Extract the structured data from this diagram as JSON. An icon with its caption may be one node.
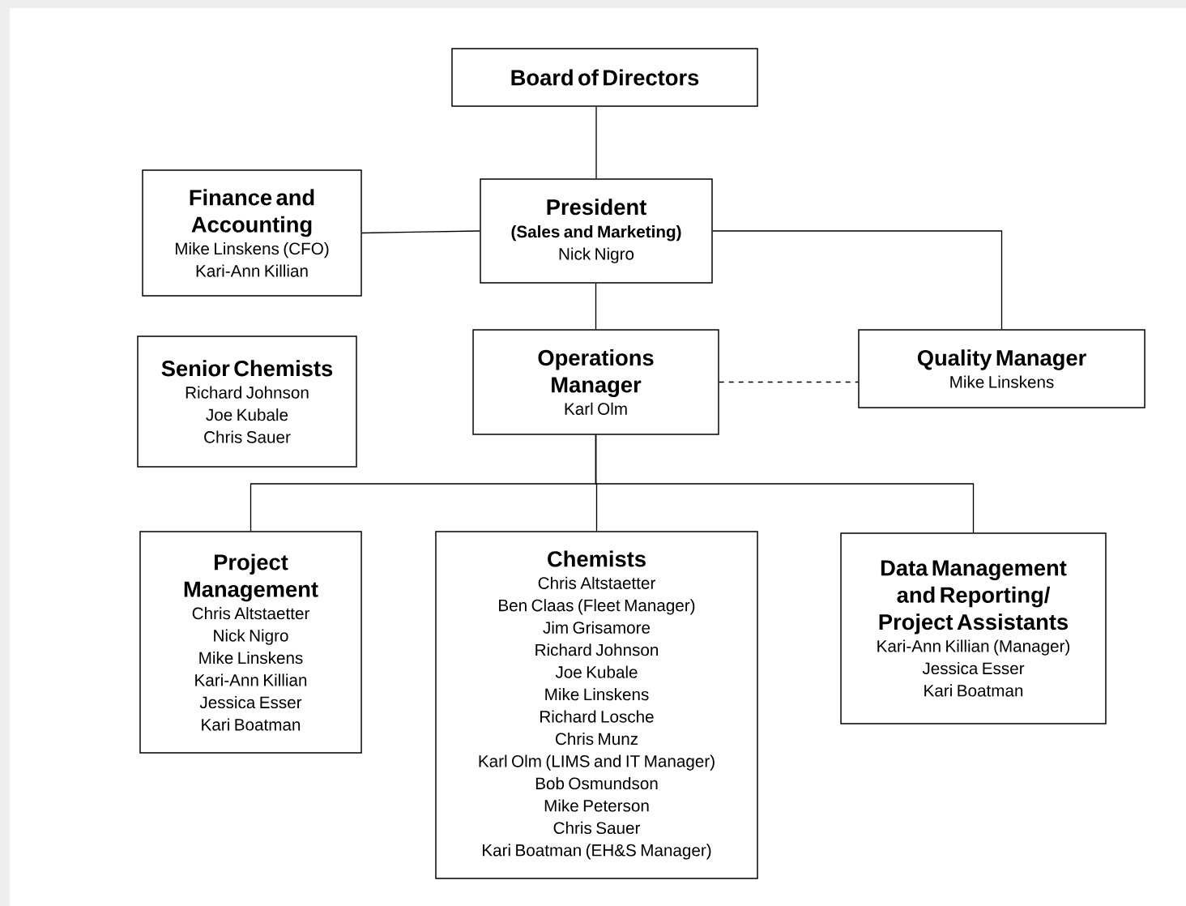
{
  "diagram": {
    "nodes": [
      {
        "text": [
          "Board of Directors"
        ]
      },
      {
        "text": [
          "Finance and Accounting",
          "Mike Linskens (CFO)",
          "Kari-Ann Killian"
        ]
      },
      {
        "text": [
          "President",
          "(Sales and Marketing)",
          "Nick Nigro"
        ]
      },
      {
        "text": [
          "Senior Chemists",
          "Richard Johnson",
          "Joe Kubale",
          "Chris Sauer"
        ]
      },
      {
        "text": [
          "Operations Manager",
          "Karl Olm"
        ]
      },
      {
        "text": [
          "Quality Manager",
          "Mike Linskens"
        ]
      },
      {
        "text": [
          "Project Management",
          "Chris Altstaetter",
          "Nick Nigro",
          "Mike Linskens",
          "Kari-Ann Killian",
          "Jessica Esser",
          "Kari Boatman"
        ]
      },
      {
        "text": [
          "Chemists",
          "Chris Altstaetter",
          "Ben Claas (Fleet Manager)",
          "Jim Grisamore",
          "Richard Johnson",
          "Joe Kubale",
          "Mike Linskens",
          "Richard Losche",
          "Chris Munz",
          "Karl Olm (LIMS and IT Manager)",
          "Bob Osmundson",
          "Mike Peterson",
          "Chris Sauer",
          "Kari Boatman (EH&S Manager)"
        ]
      },
      {
        "text": [
          "Data Management and Reporting/ Project Assistants",
          "Kari-Ann Killian (Manager)",
          "Jessica Esser",
          "Kari Boatman"
        ]
      }
    ],
    "edges": [
      {
        "from": 0,
        "to": 2,
        "arrow": "none"
      },
      {
        "from": 2,
        "to": 1,
        "arrow": "none"
      },
      {
        "from": 2,
        "to": 5,
        "arrow": "none"
      },
      {
        "from": 2,
        "to": 4,
        "arrow": "none"
      },
      {
        "from": 4,
        "to": 5,
        "arrow": "none",
        "style": "dashed"
      },
      {
        "from": 4,
        "to": 6,
        "arrow": "none"
      },
      {
        "from": 4,
        "to": 7,
        "arrow": "none"
      },
      {
        "from": 4,
        "to": 8,
        "arrow": "none"
      }
    ]
  }
}
